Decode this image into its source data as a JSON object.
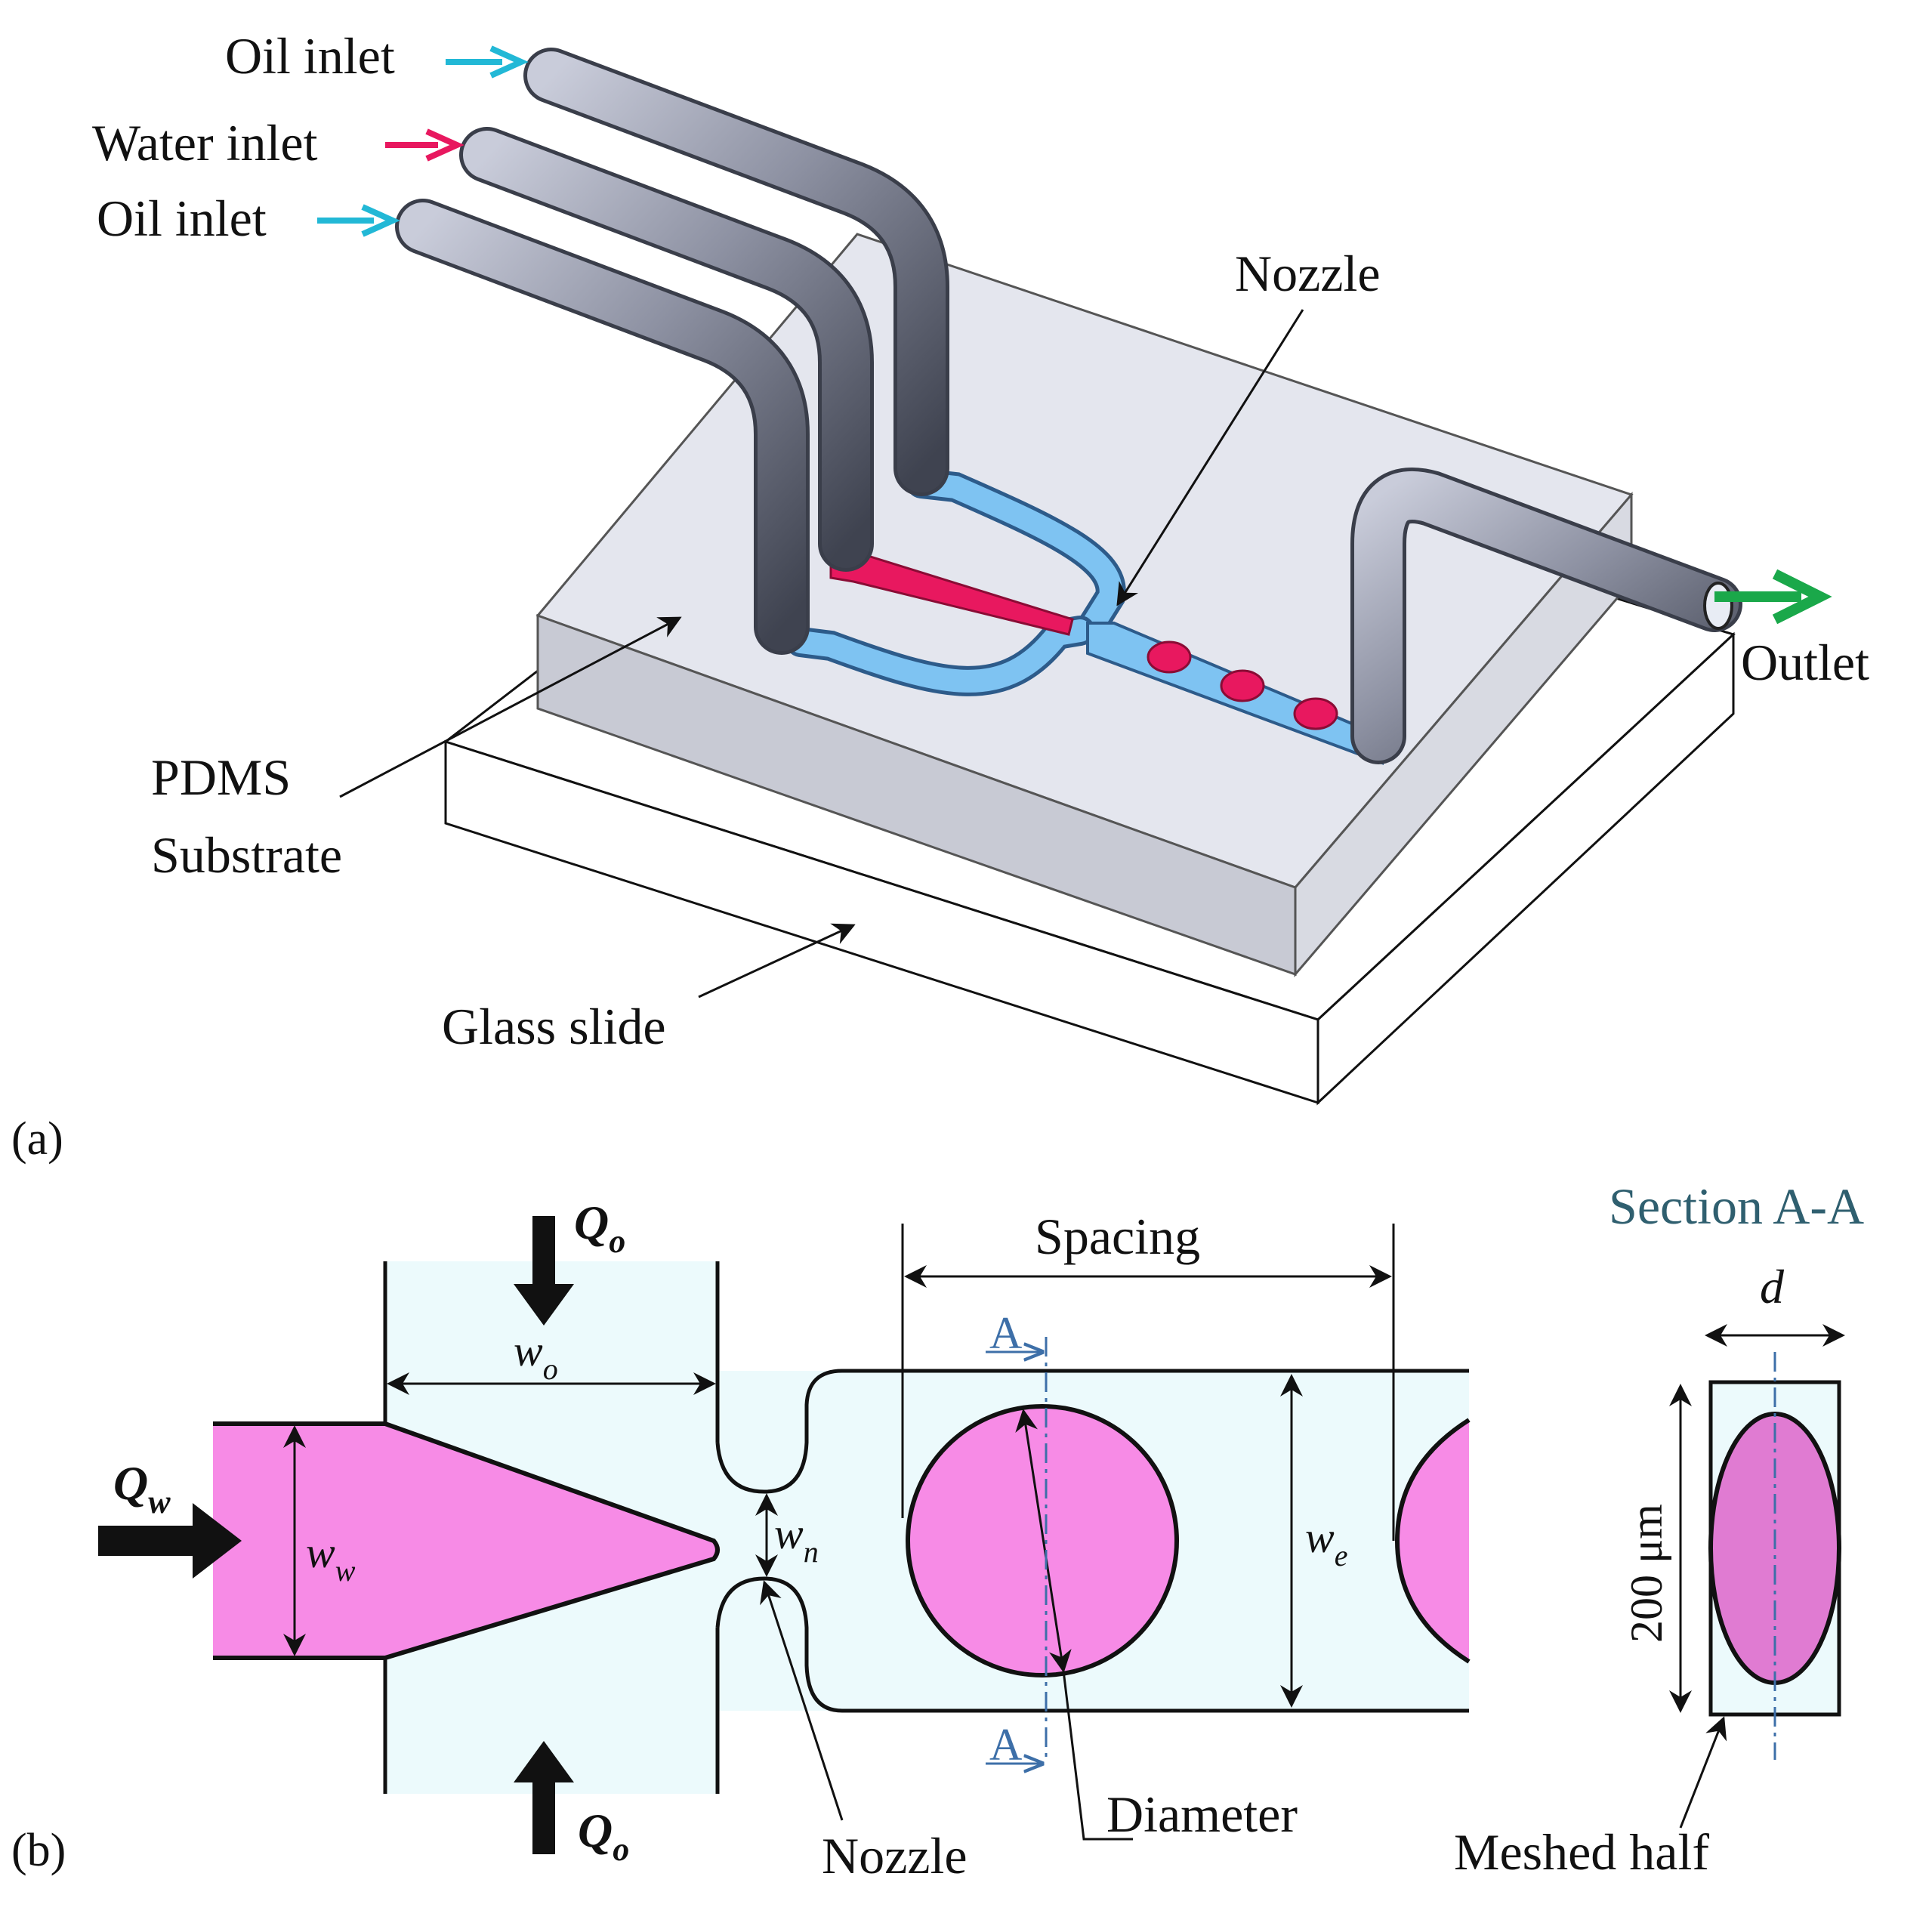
{
  "panel_a": {
    "label": "(a)",
    "oil_inlet_top": "Oil inlet",
    "water_inlet": "Water inlet",
    "oil_inlet_bottom": "Oil inlet",
    "nozzle": "Nozzle",
    "outlet": "Outlet",
    "pdms_line1": "PDMS",
    "pdms_line2": "Substrate",
    "glass_slide": "Glass slide"
  },
  "panel_b": {
    "label": "(b)",
    "q_o": "Q",
    "q_o_sub": "o",
    "q_w": "Q",
    "q_w_sub": "w",
    "w_o": "w",
    "w_o_sub": "o",
    "w_w": "w",
    "w_w_sub": "w",
    "w_n": "w",
    "w_n_sub": "n",
    "w_e": "w",
    "w_e_sub": "e",
    "spacing": "Spacing",
    "section_mark": "A",
    "diameter": "Diameter",
    "nozzle": "Nozzle",
    "section_title": "Section A-A",
    "d": "d",
    "height": "200 μm",
    "meshed_half": "Meshed half"
  },
  "colors": {
    "oil_arrow": "#22b8d6",
    "water_arrow": "#e8185f",
    "outlet_arrow": "#1aa84a",
    "channel": "#7ec3f2",
    "water": "#e8185f",
    "droplet": "#f78be6",
    "fluid_bg": "#ecfafc",
    "tube": "#5c6170",
    "pdms": "#c8cad4"
  }
}
